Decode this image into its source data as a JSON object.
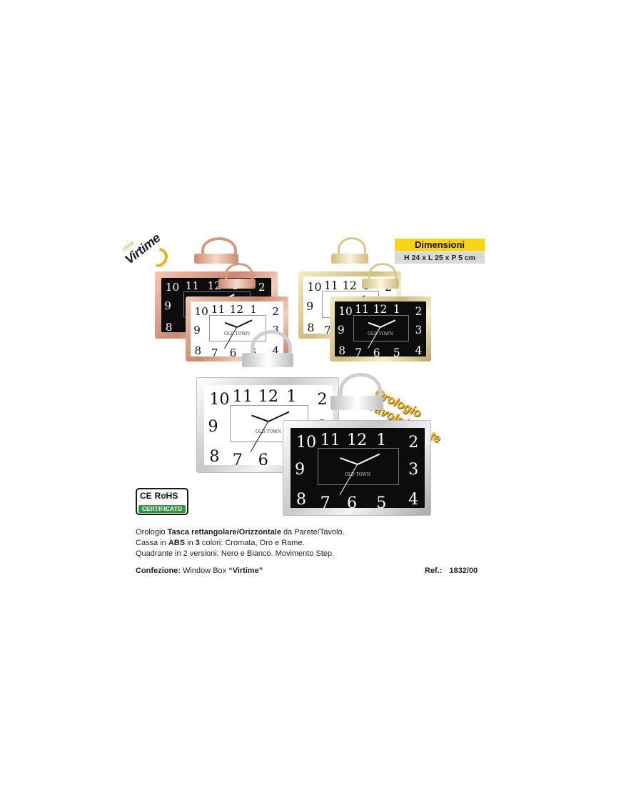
{
  "logo": {
    "small": "clock",
    "brand": "Virtime"
  },
  "dimensions": {
    "title": "Dimensioni",
    "values": "H 24 x L 25 x P 5 cm"
  },
  "type_badge": {
    "line1": "Orologio",
    "line2": "Tavolo/Parete"
  },
  "certification": {
    "ce": "CE",
    "rohs": "RoHS",
    "label": "CERTIFICATO"
  },
  "dial_numbers": [
    "10",
    "11",
    "12",
    "1",
    "2",
    "9",
    "3",
    "8",
    "7",
    "6",
    "5",
    "4"
  ],
  "dial_brand": "OLD TOWN",
  "description": {
    "line1_a": "Orologio ",
    "line1_b": "Tasca rettangolare/Orizzontale",
    "line1_c": " da Parete/Tavolo.",
    "line2_a": "Cassa in ",
    "line2_b": "ABS",
    "line2_c": " in ",
    "line2_d": "3",
    "line2_e": " colori: Cromata, Oro e Rame.",
    "line3": "Quadrante in 2 versioni: Nero e Bianco. Movimento Step."
  },
  "packaging": {
    "label": "Confezione:",
    "text": " Window Box ",
    "brand": "“Virtime”"
  },
  "reference": {
    "label": "Ref.:",
    "code": "1832/00"
  },
  "colors": {
    "copper": "#c9886e",
    "gold": "#cdbb7f",
    "chrome": "#c8c8c8",
    "accent_yellow": "#f7d31a",
    "cert_green": "#2c9a3c"
  },
  "clocks": [
    {
      "finish": "copper",
      "dial": "black"
    },
    {
      "finish": "copper",
      "dial": "white"
    },
    {
      "finish": "gold",
      "dial": "white"
    },
    {
      "finish": "gold",
      "dial": "black"
    },
    {
      "finish": "chrome",
      "dial": "white"
    },
    {
      "finish": "chrome",
      "dial": "black"
    }
  ]
}
